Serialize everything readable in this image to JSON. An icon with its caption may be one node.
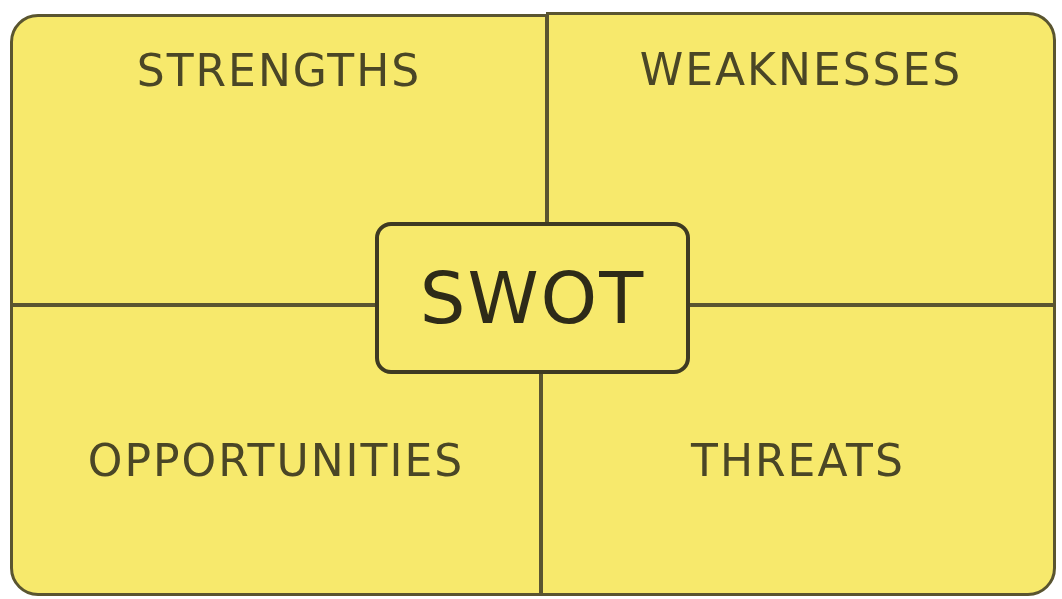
{
  "diagram": {
    "nodes": [
      {
        "text": [
          "STRENGTHS"
        ]
      },
      {
        "text": [
          "WEAKNESSES"
        ]
      },
      {
        "text": [
          "SWOT"
        ]
      },
      {
        "text": [
          "OPPORTUNITIES"
        ]
      },
      {
        "text": [
          "THREATS"
        ]
      }
    ]
  }
}
